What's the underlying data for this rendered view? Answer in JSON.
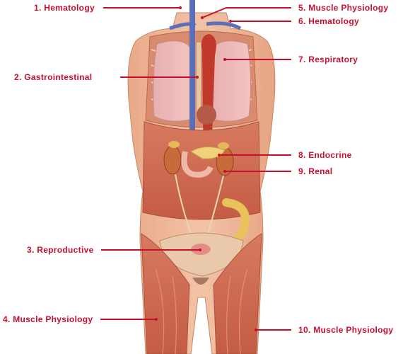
{
  "theme": {
    "label_color": "#c8102e",
    "leader_color": "#c8102e"
  },
  "labels": [
    {
      "id": "l1",
      "text": "1. Hematology"
    },
    {
      "id": "l2",
      "text": "2. Gastrointestinal"
    },
    {
      "id": "l3",
      "text": "3. Reproductive"
    },
    {
      "id": "l4",
      "text": "4. Muscle Physiology"
    },
    {
      "id": "l5",
      "text": "5. Muscle Physiology"
    },
    {
      "id": "l6",
      "text": "6. Hematology"
    },
    {
      "id": "l7",
      "text": "7. Respiratory"
    },
    {
      "id": "l8",
      "text": "8. Endocrine"
    },
    {
      "id": "l9",
      "text": "9. Renal"
    },
    {
      "id": "l10",
      "text": "10. Muscle Physiology"
    }
  ]
}
